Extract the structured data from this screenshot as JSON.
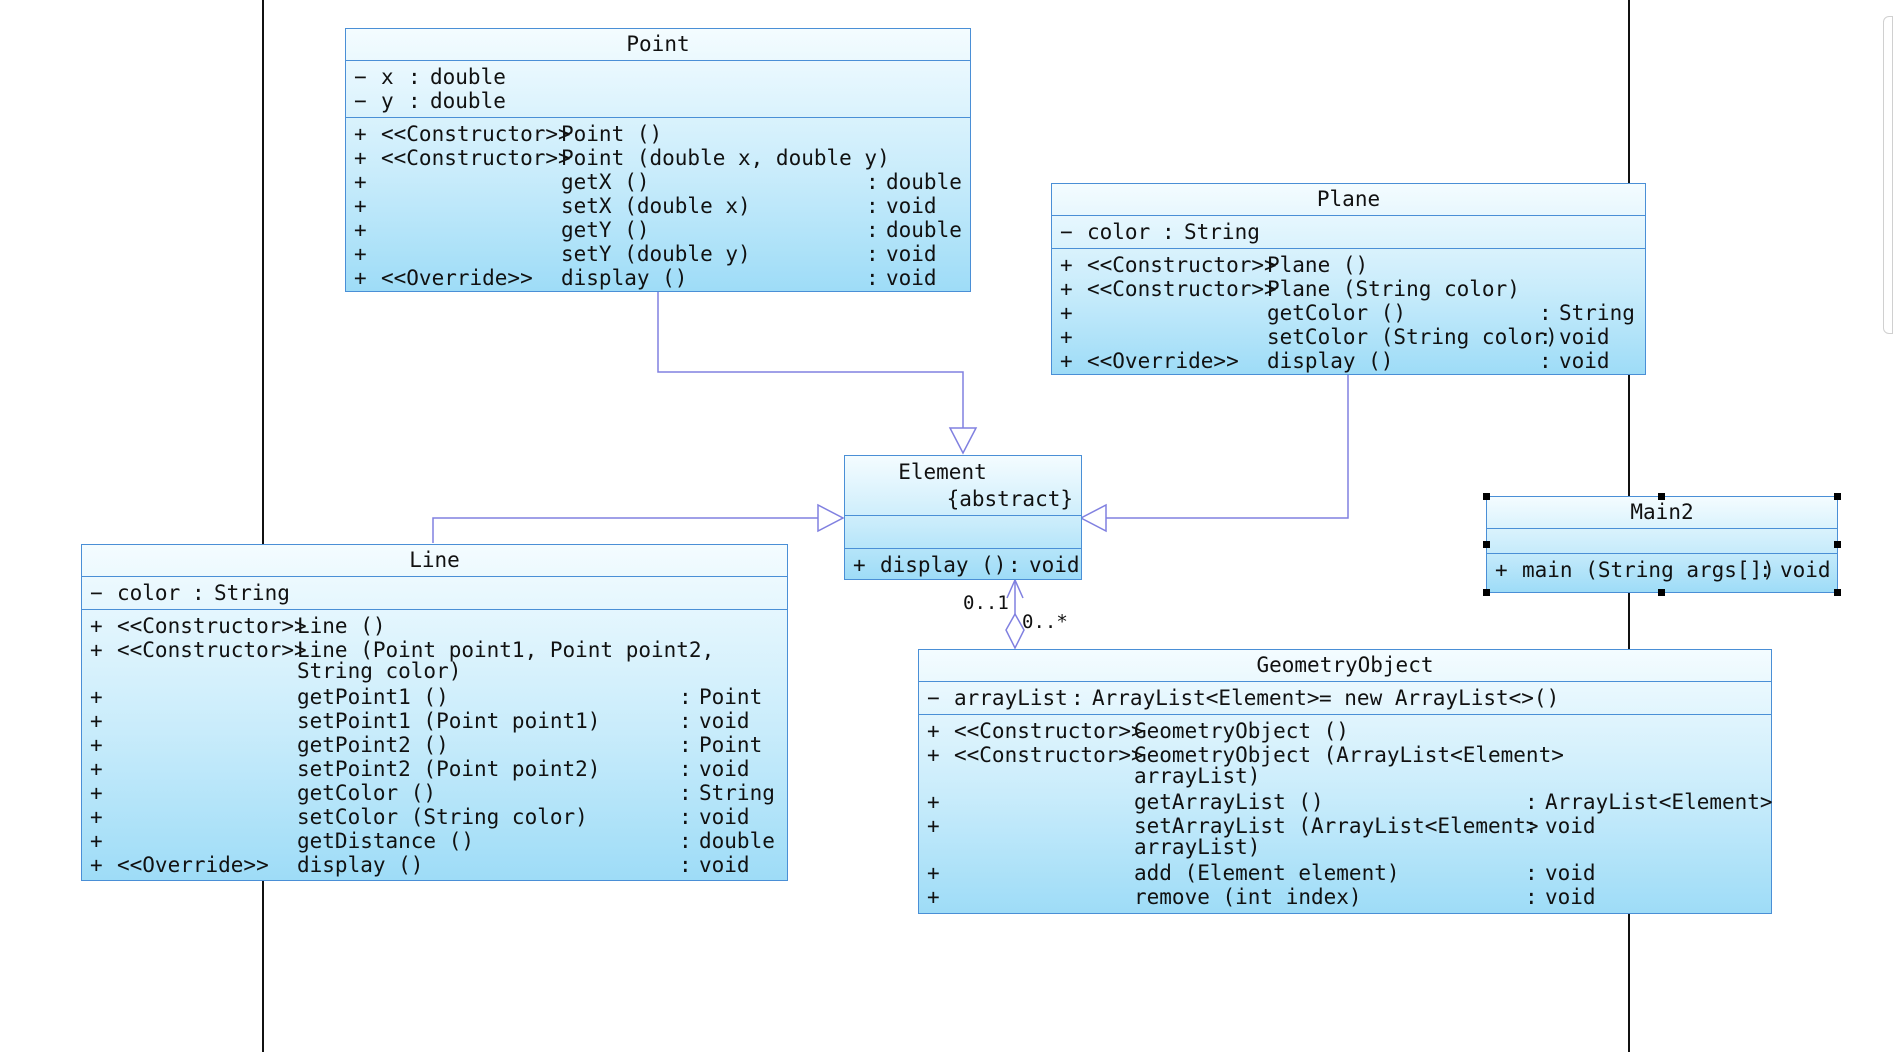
{
  "classes": {
    "point": {
      "name": "Point",
      "attributes": [
        {
          "vis": "−",
          "name": "x",
          "sep": ":",
          "type": "double"
        },
        {
          "vis": "−",
          "name": "y",
          "sep": ":",
          "type": "double"
        }
      ],
      "operations": [
        {
          "vis": "+",
          "stereo": "<<Constructor>>",
          "sig": "Point ()",
          "sep": "",
          "ret": ""
        },
        {
          "vis": "+",
          "stereo": "<<Constructor>>",
          "sig": "Point (double x, double y)",
          "sep": "",
          "ret": ""
        },
        {
          "vis": "+",
          "stereo": "",
          "sig": "getX ()",
          "sep": ":",
          "ret": "double"
        },
        {
          "vis": "+",
          "stereo": "",
          "sig": "setX (double x)",
          "sep": ":",
          "ret": "void"
        },
        {
          "vis": "+",
          "stereo": "",
          "sig": "getY ()",
          "sep": ":",
          "ret": "double"
        },
        {
          "vis": "+",
          "stereo": "",
          "sig": "setY (double y)",
          "sep": ":",
          "ret": "void"
        },
        {
          "vis": "+",
          "stereo": "<<Override>>",
          "sig": "display ()",
          "sep": ":",
          "ret": "void"
        }
      ]
    },
    "plane": {
      "name": "Plane",
      "attributes": [
        {
          "vis": "−",
          "name": "color",
          "sep": ":",
          "type": "String"
        }
      ],
      "operations": [
        {
          "vis": "+",
          "stereo": "<<Constructor>>",
          "sig": "Plane ()",
          "sep": "",
          "ret": ""
        },
        {
          "vis": "+",
          "stereo": "<<Constructor>>",
          "sig": "Plane (String color)",
          "sep": "",
          "ret": ""
        },
        {
          "vis": "+",
          "stereo": "",
          "sig": "getColor ()",
          "sep": ":",
          "ret": "String"
        },
        {
          "vis": "+",
          "stereo": "",
          "sig": "setColor (String color)",
          "sep": ":",
          "ret": "void"
        },
        {
          "vis": "+",
          "stereo": "<<Override>>",
          "sig": "display ()",
          "sep": ":",
          "ret": "void"
        }
      ]
    },
    "element": {
      "name": "Element",
      "modifier": "{abstract}",
      "attributes": [],
      "operations": [
        {
          "vis": "+",
          "stereo": "",
          "sig": "display ()",
          "sep": ":",
          "ret": "void"
        }
      ]
    },
    "line": {
      "name": "Line",
      "attributes": [
        {
          "vis": "−",
          "name": "color",
          "sep": ":",
          "type": "String"
        }
      ],
      "operations": [
        {
          "vis": "+",
          "stereo": "<<Constructor>>",
          "sig": "Line ()",
          "sep": "",
          "ret": ""
        },
        {
          "vis": "+",
          "stereo": "<<Constructor>>",
          "sig": "Line (Point point1, Point point2,\n String color)",
          "sep": "",
          "ret": ""
        },
        {
          "vis": "+",
          "stereo": "",
          "sig": "getPoint1 ()",
          "sep": ":",
          "ret": "Point"
        },
        {
          "vis": "+",
          "stereo": "",
          "sig": "setPoint1 (Point point1)",
          "sep": ":",
          "ret": "void"
        },
        {
          "vis": "+",
          "stereo": "",
          "sig": "getPoint2 ()",
          "sep": ":",
          "ret": "Point"
        },
        {
          "vis": "+",
          "stereo": "",
          "sig": "setPoint2 (Point point2)",
          "sep": ":",
          "ret": "void"
        },
        {
          "vis": "+",
          "stereo": "",
          "sig": "getColor ()",
          "sep": ":",
          "ret": "String"
        },
        {
          "vis": "+",
          "stereo": "",
          "sig": "setColor (String color)",
          "sep": ":",
          "ret": "void"
        },
        {
          "vis": "+",
          "stereo": "",
          "sig": "getDistance ()",
          "sep": ":",
          "ret": "double"
        },
        {
          "vis": "+",
          "stereo": "<<Override>>",
          "sig": "display ()",
          "sep": ":",
          "ret": "void"
        }
      ]
    },
    "main2": {
      "name": "Main2",
      "attributes": [],
      "operations": [
        {
          "vis": "+",
          "stereo": "",
          "sig": "main (String args[])",
          "sep": ":",
          "ret": "void"
        }
      ]
    },
    "geometry_object": {
      "name": "GeometryObject",
      "attributes": [
        {
          "vis": "−",
          "name": "arrayList",
          "sep": ":",
          "type": "ArrayList<Element>",
          "init": "= new ArrayList<>()"
        }
      ],
      "operations": [
        {
          "vis": "+",
          "stereo": "<<Constructor>>",
          "sig": "GeometryObject ()",
          "sep": "",
          "ret": ""
        },
        {
          "vis": "+",
          "stereo": "<<Constructor>>",
          "sig": "GeometryObject (ArrayList<Element>\n arrayList)",
          "sep": "",
          "ret": ""
        },
        {
          "vis": "+",
          "stereo": "",
          "sig": "getArrayList ()",
          "sep": ":",
          "ret": "ArrayList<Element>"
        },
        {
          "vis": "+",
          "stereo": "",
          "sig": "setArrayList (ArrayList<Element>\n arrayList)",
          "sep": ":",
          "ret": "void"
        },
        {
          "vis": "+",
          "stereo": "",
          "sig": "add (Element element)",
          "sep": ":",
          "ret": "void"
        },
        {
          "vis": "+",
          "stereo": "",
          "sig": "remove (int index)",
          "sep": ":",
          "ret": "void"
        }
      ]
    }
  },
  "relationships": [
    {
      "type": "generalization",
      "from": "Point",
      "to": "Element"
    },
    {
      "type": "generalization",
      "from": "Plane",
      "to": "Element"
    },
    {
      "type": "generalization",
      "from": "Line",
      "to": "Element"
    },
    {
      "type": "aggregation",
      "whole": "GeometryObject",
      "part": "Element",
      "multiplicity_part": "0..1",
      "multiplicity_whole": "0..*"
    }
  ],
  "colors": {
    "class_border": "#4a8fd6",
    "class_fill_top": "#f4fcff",
    "class_fill_bottom": "#9edcf7",
    "connector": "#8080e0"
  }
}
